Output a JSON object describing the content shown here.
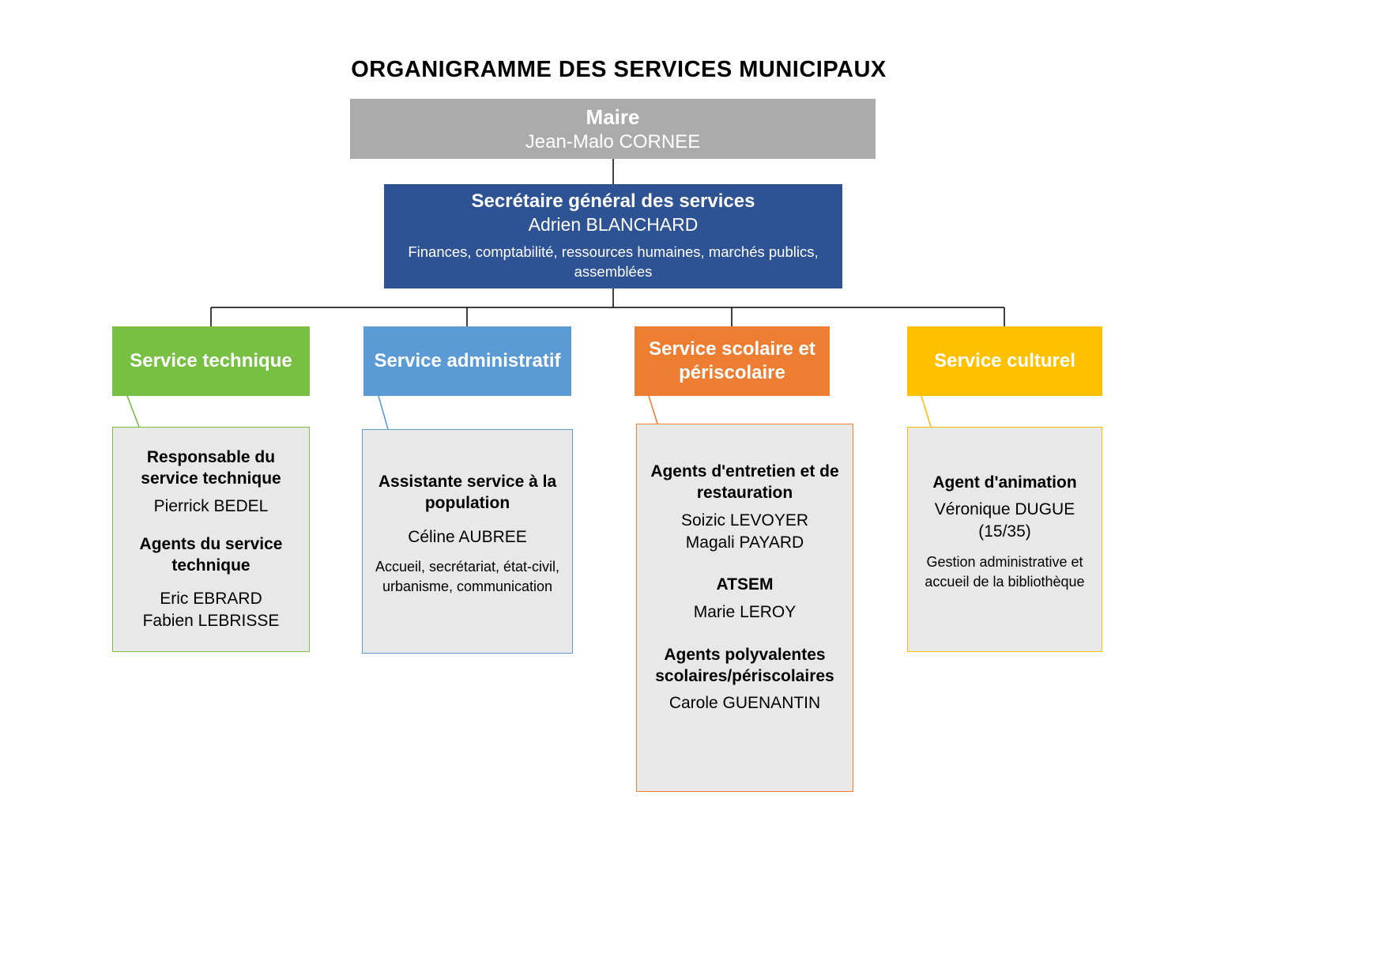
{
  "title": "ORGANIGRAMME DES SERVICES MUNICIPAUX",
  "colors": {
    "maire_box": "#ABABAB",
    "secretaire_box": "#2E5395",
    "detail_fill": "#E9E8E8",
    "connector": "#000000"
  },
  "maire": {
    "role": "Maire",
    "name": "Jean-Malo CORNEE"
  },
  "secretaire": {
    "role": "Secrétaire général des services",
    "name": "Adrien BLANCHARD",
    "missions": "Finances, comptabilité, ressources humaines, marchés publics, assemblées"
  },
  "services": [
    {
      "id": "technique",
      "label": "Service technique",
      "color": "#77C043",
      "detail": {
        "sections": [
          {
            "heading": "Responsable du service technique",
            "lines": [
              "Pierrick BEDEL"
            ]
          },
          {
            "heading": "Agents du service technique",
            "lines": [
              "Eric EBRARD",
              "Fabien LEBRISSE"
            ]
          }
        ]
      }
    },
    {
      "id": "administratif",
      "label": "Service administratif",
      "color": "#5B9BD5",
      "detail": {
        "sections": [
          {
            "heading": "Assistante service à la population",
            "lines": [
              "Céline AUBREE"
            ],
            "note": "Accueil, secrétariat, état-civil, urbanisme, communication"
          }
        ]
      }
    },
    {
      "id": "scolaire",
      "label": "Service scolaire et périscolaire",
      "color": "#ED7D31",
      "detail": {
        "sections": [
          {
            "heading": "Agents d'entretien et de restauration",
            "lines": [
              "Soizic LEVOYER",
              "Magali PAYARD"
            ]
          },
          {
            "heading": "ATSEM",
            "lines": [
              "Marie LEROY"
            ]
          },
          {
            "heading": "Agents polyvalentes scolaires/périscolaires",
            "lines": [
              "Carole GUENANTIN"
            ]
          }
        ]
      }
    },
    {
      "id": "culturel",
      "label": "Service culturel",
      "color": "#FFC000",
      "detail": {
        "sections": [
          {
            "heading": "Agent d'animation",
            "lines": [
              "Véronique DUGUE",
              "(15/35)"
            ],
            "note": "Gestion administrative et accueil de la bibliothèque"
          }
        ]
      }
    }
  ]
}
